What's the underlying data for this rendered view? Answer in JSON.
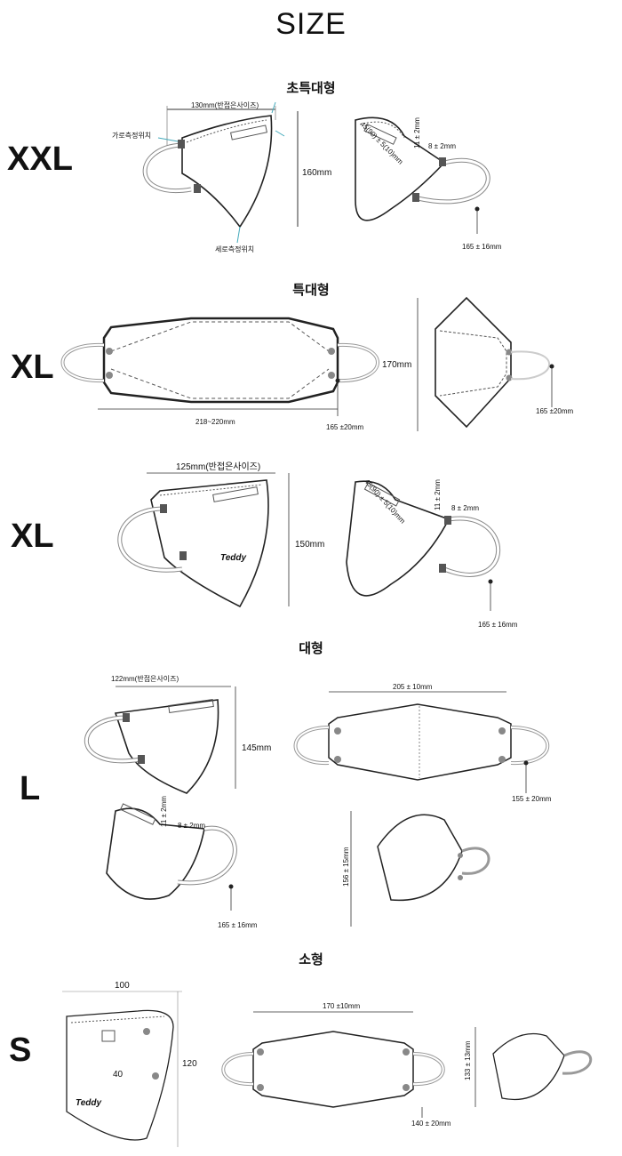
{
  "page_title": "SIZE",
  "sections": [
    {
      "title": "초특대형",
      "size_label": "XXL",
      "labels": {
        "width": "130mm(반접은사이즈)",
        "horiz_pos": "가로측정위치",
        "vert_pos": "세로측정위치",
        "height": "160mm",
        "top_edge": "45(90) ± 5(10)mm",
        "loop_gap": "8 ± 2mm",
        "loop_side": "11 ± 2mm",
        "ear_loop": "165 ± 16mm"
      }
    },
    {
      "title": "특대형",
      "size_label": "XL",
      "labels": {
        "width": "218~220mm",
        "ear_loop_front": "165 ±20mm",
        "height": "170mm",
        "ear_loop_side": "165 ±20mm"
      }
    },
    {
      "title": "",
      "size_label": "XL",
      "labels": {
        "width": "125mm(반접은사이즈)",
        "height": "150mm",
        "top_edge": "45(90) ± 5(10)mm",
        "loop_gap": "8 ± 2mm",
        "loop_side": "11 ± 2mm",
        "ear_loop": "165 ± 16mm"
      }
    },
    {
      "title": "대형",
      "size_label": "L",
      "labels": {
        "width": "122mm(반접은사이즈)",
        "height": "145mm",
        "loop_gap": "8 ± 2mm",
        "loop_side": "11 ± 2mm",
        "ear_loop": "165 ± 16mm",
        "front_width": "205 ± 10mm",
        "front_loop": "155 ± 20mm",
        "side_height": "156 ± 15mm"
      }
    },
    {
      "title": "소형",
      "size_label": "S",
      "labels": {
        "width": "100",
        "height": "120",
        "inner_40": "40",
        "front_width": "170 ±10mm",
        "front_loop": "140 ± 20mm",
        "side_height": "133 ± 13mm"
      }
    }
  ],
  "brand": "Teddy"
}
